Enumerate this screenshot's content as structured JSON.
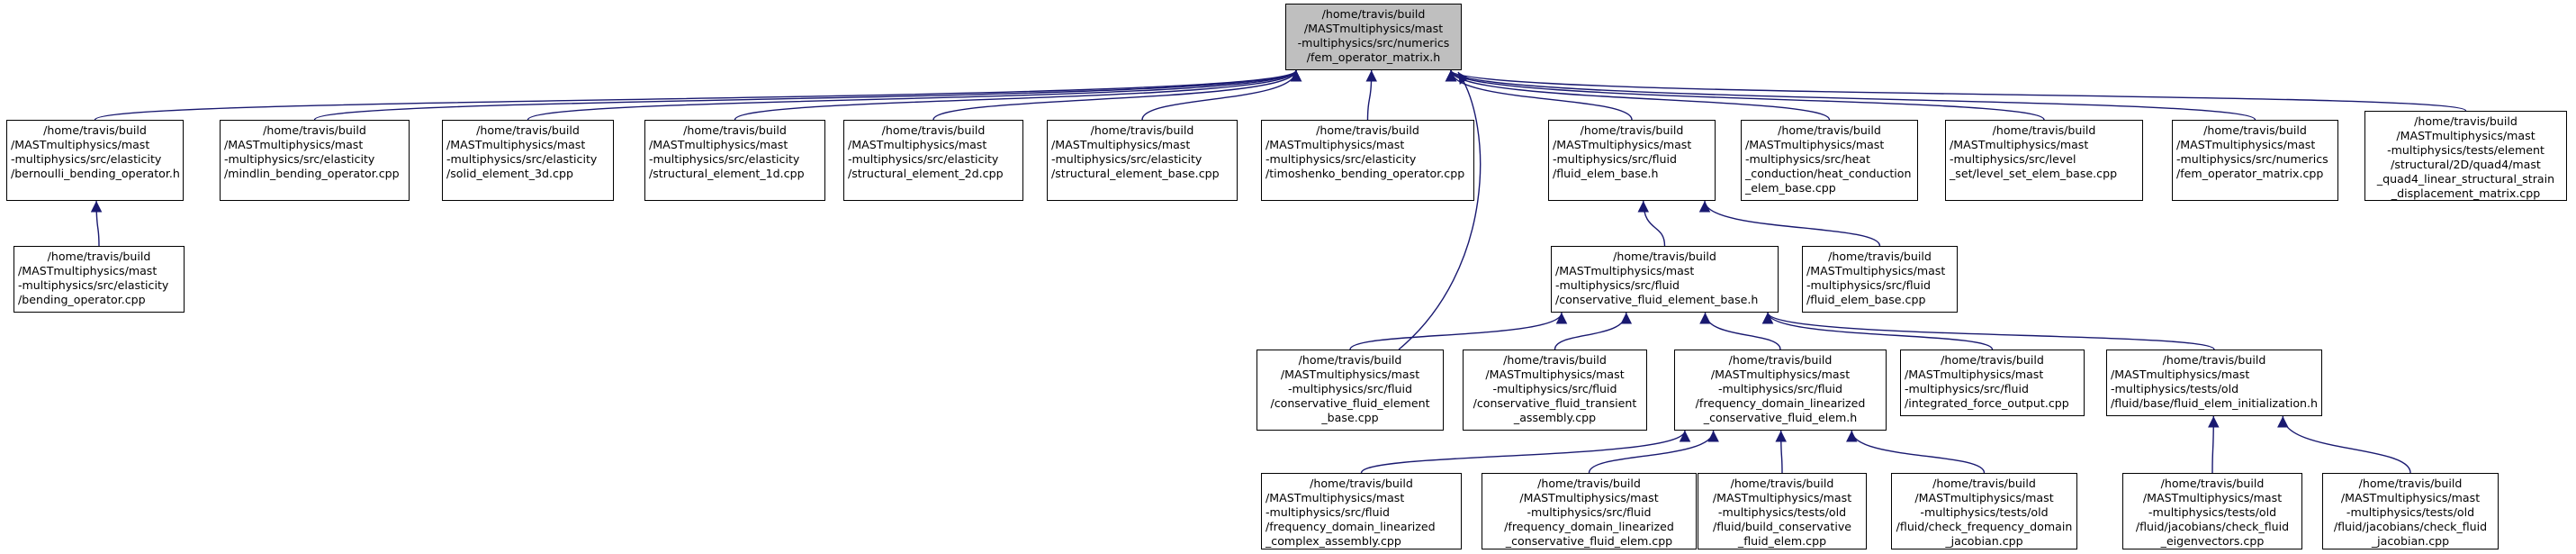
{
  "colors": {
    "edge": "#191970",
    "root_fill": "#bfbfbf",
    "node_fill": "#ffffff",
    "border": "#000000"
  },
  "nodes": [
    {
      "id": "root",
      "root": true,
      "lines": [
        "/home/travis/build",
        "/MASTmultiphysics/mast",
        "-multiphysics/src/numerics",
        "/fem_operator_matrix.h"
      ]
    },
    {
      "id": "bernoulli",
      "lines": [
        "/home/travis/build",
        "/MASTmultiphysics/mast",
        "-multiphysics/src/elasticity",
        "/bernoulli_bending_operator.h"
      ]
    },
    {
      "id": "mindlin",
      "lines": [
        "/home/travis/build",
        "/MASTmultiphysics/mast",
        "-multiphysics/src/elasticity",
        "/mindlin_bending_operator.cpp"
      ]
    },
    {
      "id": "solid3d",
      "lines": [
        "/home/travis/build",
        "/MASTmultiphysics/mast",
        "-multiphysics/src/elasticity",
        "/solid_element_3d.cpp"
      ]
    },
    {
      "id": "struct1d",
      "lines": [
        "/home/travis/build",
        "/MASTmultiphysics/mast",
        "-multiphysics/src/elasticity",
        "/structural_element_1d.cpp"
      ]
    },
    {
      "id": "struct2d",
      "lines": [
        "/home/travis/build",
        "/MASTmultiphysics/mast",
        "-multiphysics/src/elasticity",
        "/structural_element_2d.cpp"
      ]
    },
    {
      "id": "structbase",
      "lines": [
        "/home/travis/build",
        "/MASTmultiphysics/mast",
        "-multiphysics/src/elasticity",
        "/structural_element_base.cpp"
      ]
    },
    {
      "id": "timoshenko",
      "lines": [
        "/home/travis/build",
        "/MASTmultiphysics/mast",
        "-multiphysics/src/elasticity",
        "/timoshenko_bending_operator.cpp"
      ]
    },
    {
      "id": "fluidelembaseh",
      "lines": [
        "/home/travis/build",
        "/MASTmultiphysics/mast",
        "-multiphysics/src/fluid",
        "/fluid_elem_base.h"
      ]
    },
    {
      "id": "heatcond",
      "lines": [
        "/home/travis/build",
        "/MASTmultiphysics/mast",
        "-multiphysics/src/heat",
        "_conduction/heat_conduction",
        "_elem_base.cpp"
      ]
    },
    {
      "id": "levelset",
      "lines": [
        "/home/travis/build",
        "/MASTmultiphysics/mast",
        "-multiphysics/src/level",
        "_set/level_set_elem_base.cpp"
      ]
    },
    {
      "id": "femopcpp",
      "lines": [
        "/home/travis/build",
        "/MASTmultiphysics/mast",
        "-multiphysics/src/numerics",
        "/fem_operator_matrix.cpp"
      ]
    },
    {
      "id": "quad4",
      "lines": [
        "/home/travis/build",
        "/MASTmultiphysics/mast",
        "-multiphysics/tests/element",
        "/structural/2D/quad4/mast",
        "_quad4_linear_structural_strain",
        "_displacement_matrix.cpp"
      ]
    },
    {
      "id": "bendingop",
      "lines": [
        "/home/travis/build",
        "/MASTmultiphysics/mast",
        "-multiphysics/src/elasticity",
        "/bending_operator.cpp"
      ]
    },
    {
      "id": "consfluidh",
      "lines": [
        "/home/travis/build",
        "/MASTmultiphysics/mast",
        "-multiphysics/src/fluid",
        "/conservative_fluid_element_base.h"
      ]
    },
    {
      "id": "fluidelembasecpp",
      "lines": [
        "/home/travis/build",
        "/MASTmultiphysics/mast",
        "-multiphysics/src/fluid",
        "/fluid_elem_base.cpp"
      ]
    },
    {
      "id": "consfluidcpp",
      "lines": [
        "/home/travis/build",
        "/MASTmultiphysics/mast",
        "-multiphysics/src/fluid",
        "/conservative_fluid_element",
        "_base.cpp"
      ]
    },
    {
      "id": "constransient",
      "lines": [
        "/home/travis/build",
        "/MASTmultiphysics/mast",
        "-multiphysics/src/fluid",
        "/conservative_fluid_transient",
        "_assembly.cpp"
      ]
    },
    {
      "id": "freqlinh",
      "lines": [
        "/home/travis/build",
        "/MASTmultiphysics/mast",
        "-multiphysics/src/fluid",
        "/frequency_domain_linearized",
        "_conservative_fluid_elem.h"
      ]
    },
    {
      "id": "intforce",
      "lines": [
        "/home/travis/build",
        "/MASTmultiphysics/mast",
        "-multiphysics/src/fluid",
        "/integrated_force_output.cpp"
      ]
    },
    {
      "id": "fluidinit",
      "lines": [
        "/home/travis/build",
        "/MASTmultiphysics/mast",
        "-multiphysics/tests/old",
        "/fluid/base/fluid_elem_initialization.h"
      ]
    },
    {
      "id": "freqcomplex",
      "lines": [
        "/home/travis/build",
        "/MASTmultiphysics/mast",
        "-multiphysics/src/fluid",
        "/frequency_domain_linearized",
        "_complex_assembly.cpp"
      ]
    },
    {
      "id": "freqlincpp",
      "lines": [
        "/home/travis/build",
        "/MASTmultiphysics/mast",
        "-multiphysics/src/fluid",
        "/frequency_domain_linearized",
        "_conservative_fluid_elem.cpp"
      ]
    },
    {
      "id": "buildcons",
      "lines": [
        "/home/travis/build",
        "/MASTmultiphysics/mast",
        "-multiphysics/tests/old",
        "/fluid/build_conservative",
        "_fluid_elem.cpp"
      ]
    },
    {
      "id": "checkfreq",
      "lines": [
        "/home/travis/build",
        "/MASTmultiphysics/mast",
        "-multiphysics/tests/old",
        "/fluid/check_frequency_domain",
        "_jacobian.cpp"
      ]
    },
    {
      "id": "checkeig",
      "lines": [
        "/home/travis/build",
        "/MASTmultiphysics/mast",
        "-multiphysics/tests/old",
        "/fluid/jacobians/check_fluid",
        "_eigenvectors.cpp"
      ]
    },
    {
      "id": "checkjac",
      "lines": [
        "/home/travis/build",
        "/MASTmultiphysics/mast",
        "-multiphysics/tests/old",
        "/fluid/jacobians/check_fluid",
        "_jacobian.cpp"
      ]
    }
  ],
  "edges": [
    [
      "bernoulli",
      "root"
    ],
    [
      "mindlin",
      "root"
    ],
    [
      "solid3d",
      "root"
    ],
    [
      "struct1d",
      "root"
    ],
    [
      "struct2d",
      "root"
    ],
    [
      "structbase",
      "root"
    ],
    [
      "timoshenko",
      "root"
    ],
    [
      "fluidelembaseh",
      "root"
    ],
    [
      "heatcond",
      "root"
    ],
    [
      "levelset",
      "root"
    ],
    [
      "femopcpp",
      "root"
    ],
    [
      "quad4",
      "root"
    ],
    [
      "consfluidcpp",
      "root"
    ],
    [
      "bendingop",
      "bernoulli"
    ],
    [
      "consfluidh",
      "fluidelembaseh"
    ],
    [
      "fluidelembasecpp",
      "fluidelembaseh"
    ],
    [
      "consfluidcpp",
      "consfluidh"
    ],
    [
      "constransient",
      "consfluidh"
    ],
    [
      "freqlinh",
      "consfluidh"
    ],
    [
      "intforce",
      "consfluidh"
    ],
    [
      "fluidinit",
      "consfluidh"
    ],
    [
      "freqcomplex",
      "freqlinh"
    ],
    [
      "freqlincpp",
      "freqlinh"
    ],
    [
      "buildcons",
      "freqlinh"
    ],
    [
      "checkfreq",
      "freqlinh"
    ],
    [
      "checkeig",
      "fluidinit"
    ],
    [
      "checkjac",
      "fluidinit"
    ]
  ]
}
